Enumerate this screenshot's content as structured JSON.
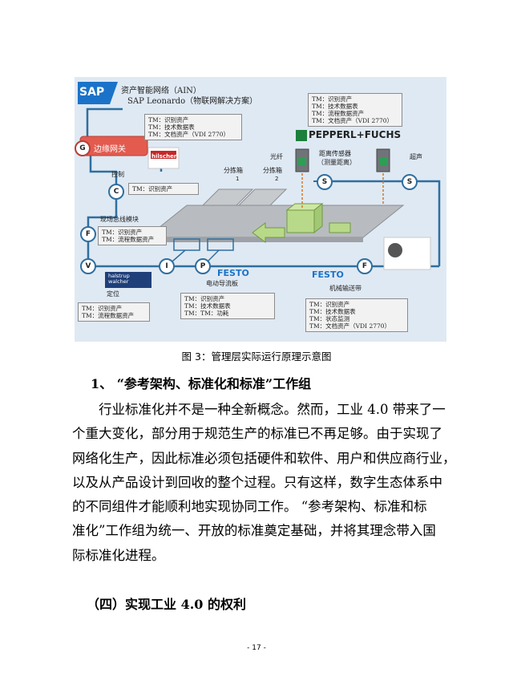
{
  "figure": {
    "sap_logo": "SAP",
    "ain_title": "资产智能网络（AIN）",
    "leonardo_title": "SAP Leonardo（物联网解决方案）",
    "edge_gateway": "边缘网关",
    "control_label": "控制",
    "fieldbus_label": "现场总线模块",
    "position_label": "定位",
    "fiber_label": "光纤",
    "branch1_label": "分拣箱",
    "branch1_num": "1",
    "branch2_label": "分拣箱",
    "branch2_num": "2",
    "distance_sensor_line1": "距离传感器",
    "distance_sensor_line2": "（测量距离）",
    "ultrasonic_label": "超声",
    "guide_label": "电动导流板",
    "conveyor_label": "机械输送带",
    "pepperl_logo": "PEPPERL+FUCHS",
    "festo_logo_1": "FESTO",
    "festo_logo_2": "FESTO",
    "hilscher_logo": "hilscher",
    "balluff_logo": "halstrup walcher",
    "nodes": {
      "g": "G",
      "c": "C",
      "f1": "F",
      "v": "V",
      "i": "I",
      "p": "P",
      "f2": "F",
      "s1": "S",
      "s2": "S"
    },
    "tm_gateway": [
      "TM：识别资产",
      "TM：技术数据表",
      "TM：文档资产（VDI 2770）"
    ],
    "tm_control": [
      "TM：识别资产"
    ],
    "tm_fieldbus": [
      "TM：识别资产",
      "TM：流程数据资产"
    ],
    "tm_position": [
      "TM：识别资产",
      "TM：流程数据资产"
    ],
    "tm_sensor": [
      "TM：识别资产",
      "TM：技术数据表",
      "TM：流程数据资产",
      "TM：文档资产（VDI 2770）"
    ],
    "tm_guide": [
      "TM：识别资产",
      "TM：技术数据表",
      "TM：TM：功耗"
    ],
    "tm_conveyor": [
      "TM：识别资产",
      "TM：技术数据表",
      "TM：状态监测",
      "TM：文档资产（VDI 2770）"
    ]
  },
  "caption": "图 3：管理层实际运行原理示意图",
  "section_heading": "1、 “参考架构、标准化和标准”工作组",
  "paragraph_lines": [
    "行业标准化并不是一种全新概念。然而，工业 4.0 带来了一",
    "个重大变化，部分用于规范生产的标准已不再足够。由于实现了",
    "网络化生产，因此标准必须包括硬件和软件、用户和供应商行业，",
    "以及从产品设计到回收的整个过程。只有这样，数字生态体系中",
    "的不同组件才能顺利地实现协同工作。 “参考架构、标准和标",
    "准化”工作组为统一、开放的标准奠定基础，并将其理念带入国",
    "际标准化进程。"
  ],
  "subheading": "（四）实现工业 4.0 的权利",
  "page_number": "- 17 -",
  "colors": {
    "figure_bg": "#dfe9f3",
    "bus_blue": "#2f6f9f",
    "gateway_red": "#e35b4f",
    "crate_green": "#b9d98a",
    "sap_blue": "#1a73c8"
  }
}
